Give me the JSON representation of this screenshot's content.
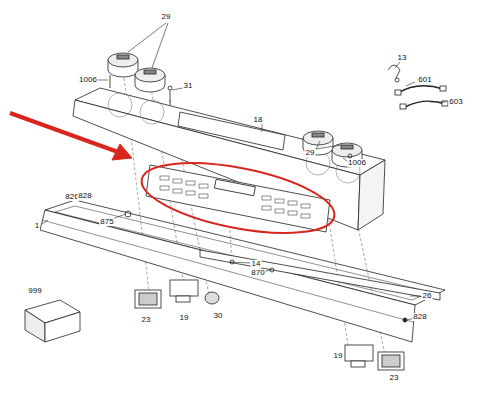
{
  "diagram": {
    "labels": [
      "29",
      "13",
      "1006",
      "31",
      "601",
      "603",
      "18",
      "29",
      "1006",
      "826",
      "875",
      "1",
      "14",
      "870",
      "26",
      "828",
      "999",
      "23",
      "19",
      "30",
      "19",
      "23",
      "828"
    ]
  }
}
